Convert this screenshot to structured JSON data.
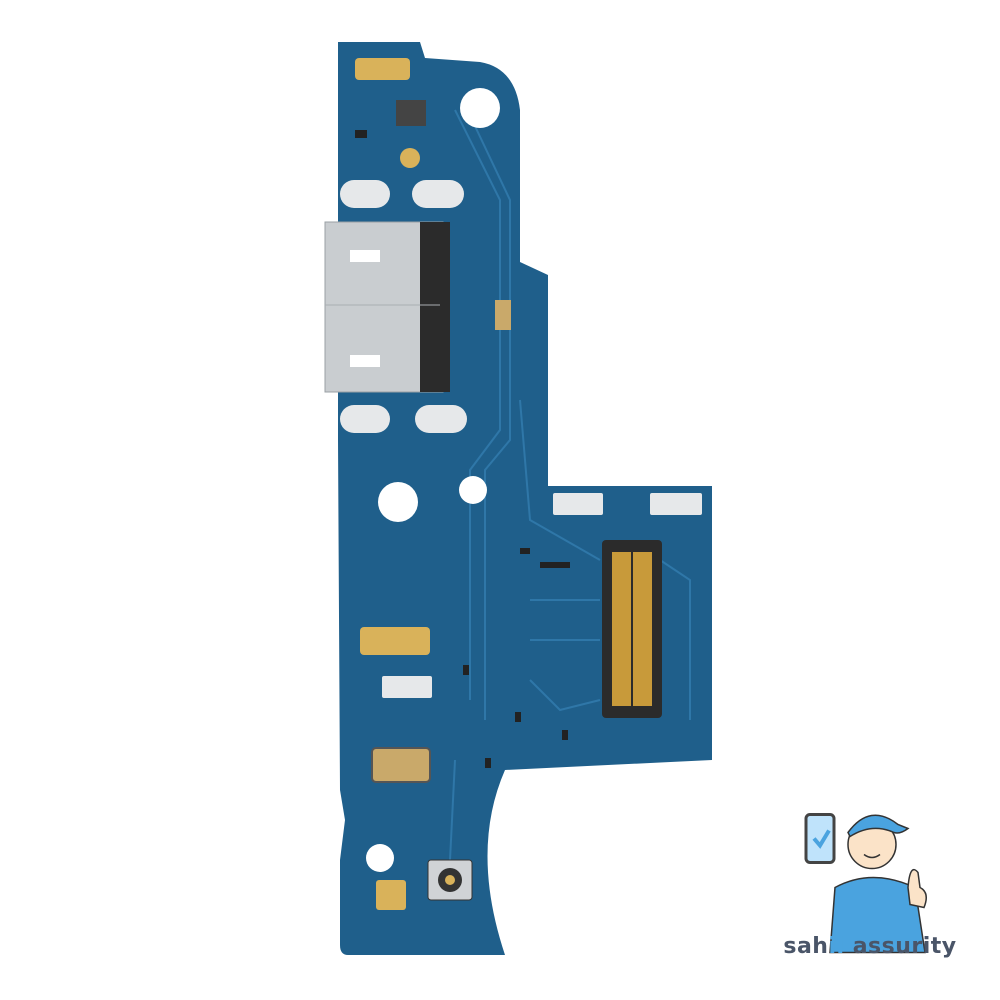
{
  "brand": {
    "name_part1": "sah",
    "name_highlight": "ii",
    "name_part2": " assurity",
    "highlight_color": "#4aa3df",
    "text_color": "#4a5568"
  },
  "colors": {
    "pcb": "#1f5f8b",
    "pcb_trace": "#2a6f9c",
    "gold": "#d9b25a",
    "silver": "#c9cdd0",
    "connector": "#2b2b2b"
  },
  "icons": {
    "logo": "mascot-thumbs-up-phone-check"
  }
}
